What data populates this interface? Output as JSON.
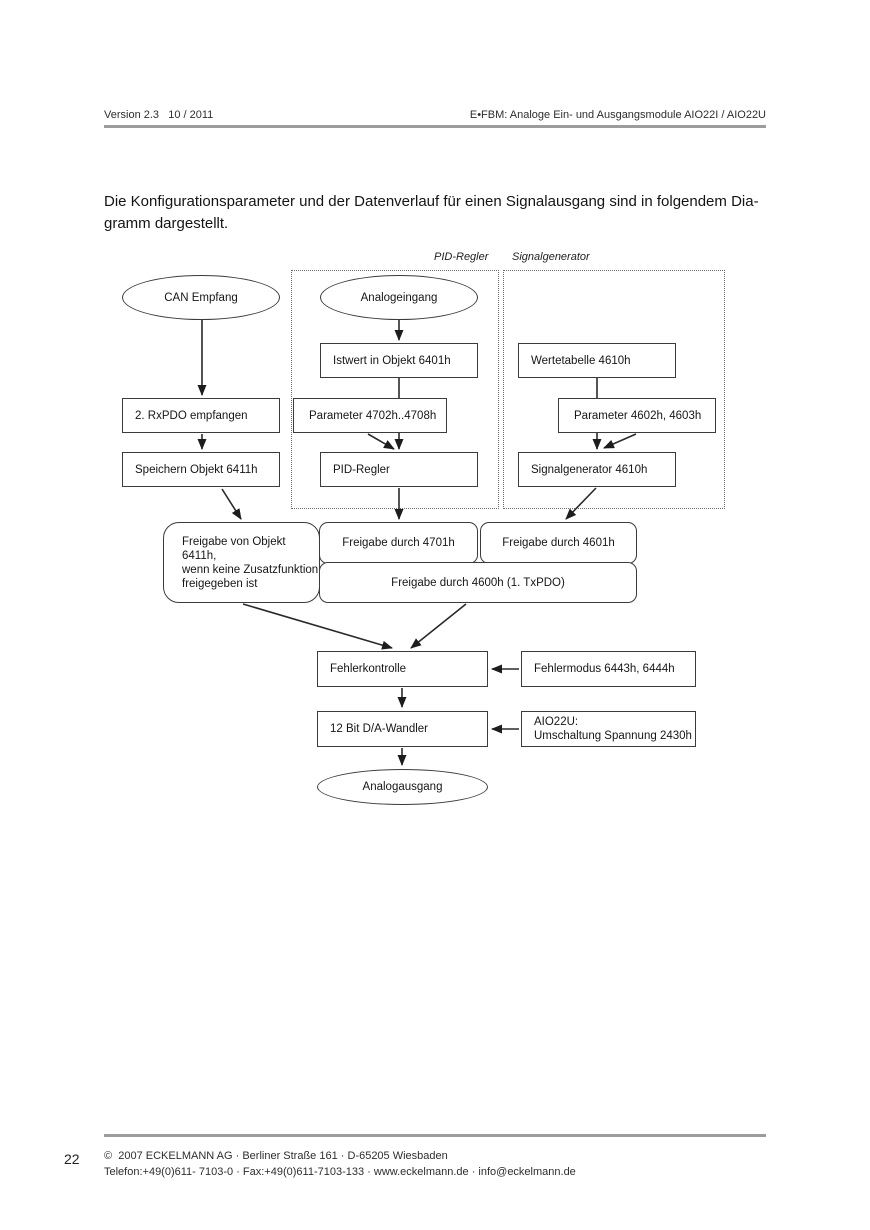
{
  "header": {
    "left": "Version 2.3   10 / 2011",
    "right": "E•FBM: Analoge Ein- und Ausgangsmodule AIO22I / AIO22U"
  },
  "intro": {
    "line1": "Die Konfigurationsparameter und der Datenverlauf für einen Signalausgang sind in folgendem Dia-",
    "line2": "gramm dargestellt."
  },
  "diagram": {
    "group_labels": {
      "pid": "PID-Regler",
      "signal": "Signalgenerator"
    },
    "nodes": {
      "can_empfang": "CAN Empfang",
      "analogeingang": "Analogeingang",
      "istwert": "Istwert in Objekt 6401h",
      "wertetabelle": "Wertetabelle 4610h",
      "rxpdo": "2. RxPDO empfangen",
      "param_4702": "Parameter 4702h..4708h",
      "param_4602": "Parameter 4602h, 4603h",
      "speichern": "Speichern Objekt 6411h",
      "pid_regler": "PID-Regler",
      "signalgenerator": "Signalgenerator 4610h",
      "freigabe_objekt": "Freigabe von Objekt 6411h,\nwenn keine Zusatzfunktion\nfreigegeben ist",
      "freigabe_4701": "Freigabe durch 4701h",
      "freigabe_4601": "Freigabe durch 4601h",
      "freigabe_4600": "Freigabe durch 4600h (1. TxPDO)",
      "fehlerkontrolle": "Fehlerkontrolle",
      "fehlermodus": "Fehlermodus 6443h, 6444h",
      "da_wandler": "12 Bit D/A-Wandler",
      "aio22u": "AIO22U:\nUmschaltung Spannung 2430h",
      "analogausgang": "Analogausgang"
    }
  },
  "footer": {
    "page_number": "22",
    "line1": "©  2007 ECKELMANN AG · Berliner Straße 161 · D-65205 Wiesbaden",
    "line2": "Telefon:+49(0)611- 7103-0 · Fax:+49(0)611-7103-133 · www.eckelmann.de · info@eckelmann.de"
  }
}
